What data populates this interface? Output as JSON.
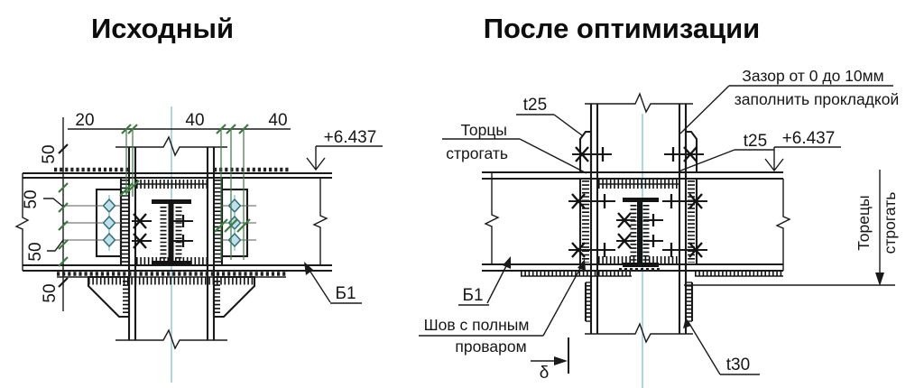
{
  "titles": {
    "left": "Исходный",
    "right": "После оптимизации"
  },
  "left_drawing": {
    "dim_top_20": "20",
    "dim_top_40a": "40",
    "dim_top_40b": "40",
    "dim_50_outer_top": "50",
    "dim_50_inner_top": "50",
    "dim_50_inner_bottom": "50",
    "dim_50_outer_bottom": "50",
    "elevation_mark": "+6.437",
    "beam_label": "Б1"
  },
  "right_drawing": {
    "gap_note_line1": "Зазор от 0 до 10мм",
    "gap_note_line2": "заполнить прокладкой",
    "upper_plate_thickness": "t25",
    "ends_note_line1": "Торцы",
    "ends_note_line2": "строгать",
    "mid_plate_thickness": "t25",
    "elevation_mark": "+6.437",
    "ends_vertical_note_line1": "Торецы",
    "ends_vertical_note_line2": "строгать",
    "beam_label": "Б1",
    "weld_note_line1": "Шов с полным",
    "weld_note_line2": "проваром",
    "gap_dim_symbol": "δ",
    "lower_plate_thickness": "t30"
  },
  "colors": {
    "line": "#1a1a1a",
    "dim_green": "#3e7a42",
    "centerline_cyan": "#7cc6c9",
    "bolt_fill": "#bfe0ea",
    "bolt_stroke": "#2e6f78",
    "background": "#ffffff"
  }
}
